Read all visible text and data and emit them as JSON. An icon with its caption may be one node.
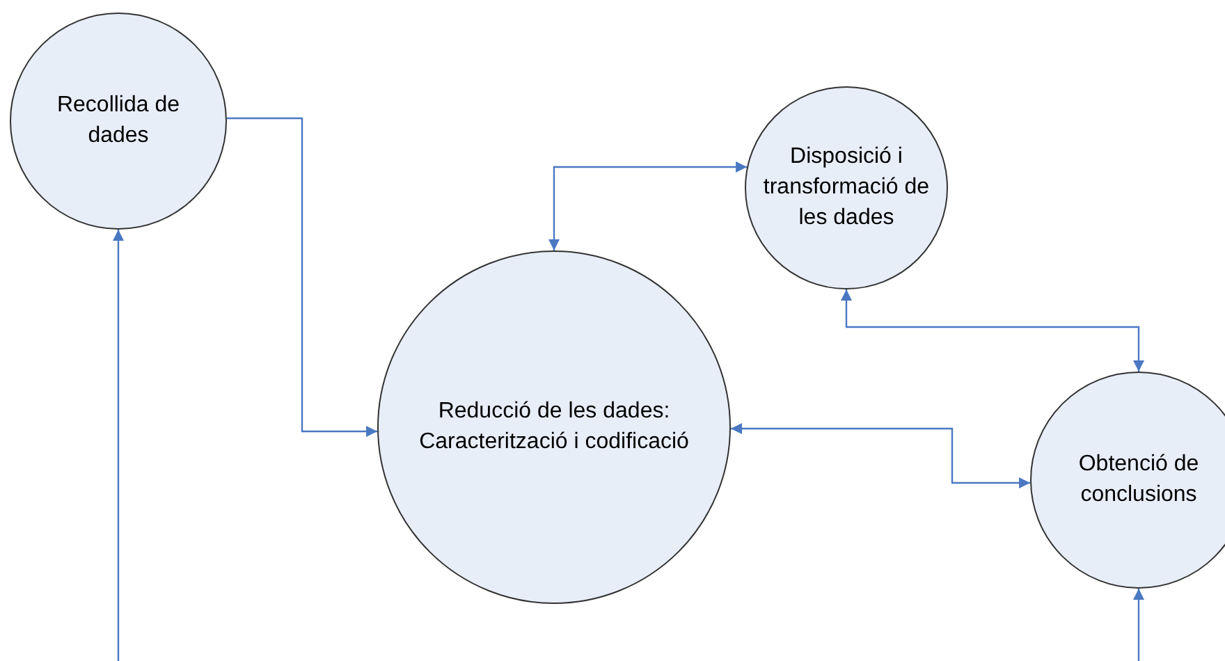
{
  "diagram": {
    "nodes": [
      {
        "text": [
          "Recollida de dades"
        ]
      },
      {
        "text": [
          "Disposició i transformació de les dades"
        ]
      },
      {
        "text": [
          "Reducció de les dades: Caracterització i codificació"
        ]
      },
      {
        "text": [
          "Obtenció de conclusions"
        ]
      }
    ],
    "edges": [
      {
        "from": 0,
        "to": 2,
        "arrow": "to"
      },
      {
        "from": 2,
        "to": 1,
        "arrow": "both"
      },
      {
        "from": 1,
        "to": 3,
        "arrow": "both"
      },
      {
        "from": 2,
        "to": 3,
        "arrow": "both"
      },
      {
        "from": null,
        "to": 0,
        "arrow": "to"
      },
      {
        "from": null,
        "to": 3,
        "arrow": "to"
      }
    ]
  }
}
